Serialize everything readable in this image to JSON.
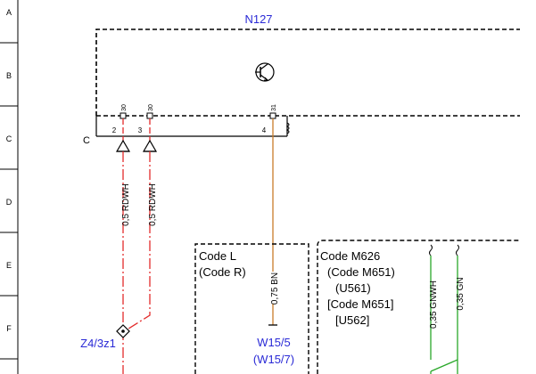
{
  "row_labels": [
    "A",
    "B",
    "C",
    "D",
    "E",
    "F"
  ],
  "module": {
    "name": "N127",
    "pin_top": [
      "30",
      "30",
      "31"
    ],
    "pin_bottom": [
      "2",
      "3",
      "4"
    ],
    "connector": "C"
  },
  "wires": [
    {
      "label": "0,5 RDWH",
      "color": "#e32b2b"
    },
    {
      "label": "0,5 RDWH",
      "color": "#e32b2b"
    },
    {
      "label": "0,75 BN",
      "color": "#c97c2a"
    },
    {
      "label": "0,35 GNWH",
      "color": "#2aa82a"
    },
    {
      "label": "0,35 GN",
      "color": "#2aa82a"
    }
  ],
  "splice": "Z4/3z1",
  "ground": {
    "primary": "W15/5",
    "alt": "(W15/7)"
  },
  "box_code_l": [
    "Code L",
    "(Code R)"
  ],
  "box_code_m": [
    "Code M626",
    "(Code M651)",
    "(U561)",
    "[Code M651]",
    "[U562]"
  ],
  "colors": {
    "ref_text": "#2a2ad6",
    "outline": "#000000"
  }
}
